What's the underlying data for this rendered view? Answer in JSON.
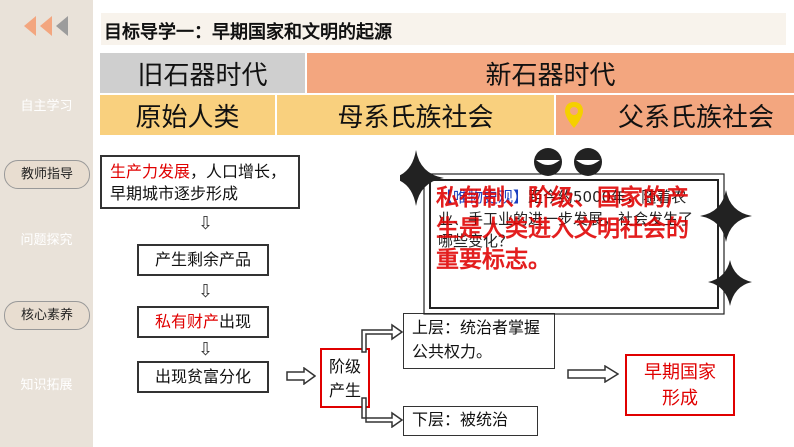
{
  "sidebar": {
    "items": [
      {
        "label": "自主学习"
      },
      {
        "label": "教师指导"
      },
      {
        "label": "问题探究"
      },
      {
        "label": "核心素养"
      },
      {
        "label": "知识拓展"
      }
    ]
  },
  "header": {
    "title": "目标导学一：早期国家和文明的起源"
  },
  "eras": {
    "old_stone_age": "旧石器时代",
    "new_stone_age": "新石器时代",
    "primitive_humans": "原始人类",
    "matrilineal": "母系氏族社会",
    "patrilineal": "父系氏族社会"
  },
  "flow": {
    "box1_red": "生产力发展",
    "box1_rest": "，人口增长，早期城市逐步形成",
    "box2": "产生剩余产品",
    "box3_red": "私有财产",
    "box3_rest": "出现",
    "box4": "出现贫富分化",
    "class_box": "阶级产生",
    "upper": "上层：统治者掌握公共权力。",
    "lower": "下层：被统治",
    "state": "早期国家形成"
  },
  "callout": {
    "tag": "【唯物史观】",
    "text": "距今约5000年，随着农业、手工业的进一步发展，社会发生了哪些变化？",
    "overlay": "私有制、阶级、国家的产生是人类进入文明社会的重要标志。"
  },
  "colors": {
    "orange": "#f3a67f",
    "grey": "#cfcfcf",
    "yellow": "#f9d07e",
    "red": "#e00000"
  }
}
